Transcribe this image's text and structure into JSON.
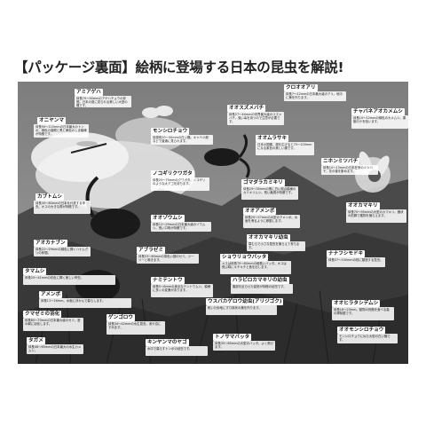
{
  "page": {
    "title": "【パッケージ裏面】絵柄に登場する日本の昆虫を解説!"
  },
  "insects": [
    {
      "name": "アミアゲハ",
      "desc": "体長70〜90mmのアゲハチョウの仲間。日本の夏に見られる美しい大型の蝶です。"
    },
    {
      "name": "オニヤンマ",
      "desc": "体長90〜110mmの日本最大のトンボ。緑色の複眼と黒と黄色のしま模様が特徴です。"
    },
    {
      "name": "モンシロチョウ",
      "desc": "前翅長20〜30mmの白い蝶。キャベツ畑などで普通に見られます。"
    },
    {
      "name": "オオスズメバチ",
      "desc": "体長27〜44mmの世界最大級のスズメバチ。強い毒を持つので注意が必要です。"
    },
    {
      "name": "クロオオアリ",
      "desc": "体長7〜12mmの日本最大級のアリ。地中に巣を作ります。"
    },
    {
      "name": "チャバネアオカメムシ",
      "desc": "体長10〜12mmの緑色のカメムシ。果樹の汁を吸います。"
    },
    {
      "name": "オオムラサキ",
      "desc": "日本の国蝶。翅を広げると75〜100mmになる紫色の美しい蝶です。"
    },
    {
      "name": "カブトムシ",
      "desc": "体長30〜80mmの日本を代表する甲虫。オスの大きな角が特徴です。"
    },
    {
      "name": "ノコギリクワガタ",
      "desc": "体長25〜75mmのクワガタ。ノコギリのような大アゴを持ちます。"
    },
    {
      "name": "ゴマダラカミキリ",
      "desc": "体長25〜35mmの黒に白い斑点模様のカミキリムシ。長い触角が特徴です。"
    },
    {
      "name": "ニホンミツバチ",
      "desc": "体長10〜13mmの日本在来のミツバチ。花の蜜を集めます。"
    },
    {
      "name": "オオカマキリ",
      "desc": "体長70〜95mmの大型のカマキリ。鎌状の前脚で獲物を捕らえます。"
    },
    {
      "name": "オオアメンボ",
      "desc": "体長20〜27mmの大型のアメンボ。水面を滑るように移動します。"
    },
    {
      "name": "オオゾウムシ",
      "desc": "体長12〜29mmの日本最大級のゾウムシ。長い口吻が特徴です。"
    },
    {
      "name": "オオカマキリ幼虫",
      "desc": "草むらで小さな昆虫を捕らえて育ちます。"
    },
    {
      "name": "アオカナブン",
      "desc": "体長22〜29mmの緑色に輝くハナムグリの仲間。"
    },
    {
      "name": "アブラゼミ",
      "desc": "体長53〜60mmの茶色い翅のセミ。ジージーと鳴きます。"
    },
    {
      "name": "ショウリョウバッタ",
      "desc": "メスは体長75〜80mmの細長いバッタ。オスは飛ぶ時にキチキチと音を出します。"
    },
    {
      "name": "ナナフシモドキ",
      "desc": "体長57〜100mmの枝に擬態する昆虫。"
    },
    {
      "name": "タマムシ",
      "desc": "体長25〜41mmの虹色に輝く美しい甲虫。"
    },
    {
      "name": "ナミテントウ",
      "desc": "体長5〜8mmの身近なテントウムシ。模様に多くの変異があります。"
    },
    {
      "name": "ハラビロカマキリの幼虫",
      "desc": "腹部を反らせた姿勢が特徴の幼虫です。"
    },
    {
      "name": "アメンボ",
      "desc": "体長11〜16mm。水面に浮かんで暮らします。"
    },
    {
      "name": "クマゼミの羽化",
      "desc": "体長60〜70mmの日本最大級のセミ。夏の朝に羽化します。"
    },
    {
      "name": "ウスバカゲロウ幼虫(アリジゴク)",
      "desc": "乾いた砂地にすり鉢状の巣を作ります。"
    },
    {
      "name": "トノサマバッタ",
      "desc": "体長35〜65mmの大型のバッタ。よく飛びます。"
    },
    {
      "name": "オオヒラタシデムシ",
      "desc": "体長18〜23mm。動物の死骸を食べる森の掃除屋です。"
    },
    {
      "name": "ゲンゴロウ",
      "desc": "体長34〜42mmの水生昆虫。池や沼にすみます。"
    },
    {
      "name": "キンヤンマのヤゴ",
      "desc": "水中で暮らすトンボの幼虫です。"
    },
    {
      "name": "オオモンシロチョウ",
      "desc": "モンシロチョウに似た大型の白い蝶です。"
    },
    {
      "name": "タガメ",
      "desc": "体長48〜65mmの日本最大の水生カメムシ。"
    }
  ],
  "colors": {
    "panel_bg": "#5f5f5f",
    "label_bg": "#ffffff"
  }
}
